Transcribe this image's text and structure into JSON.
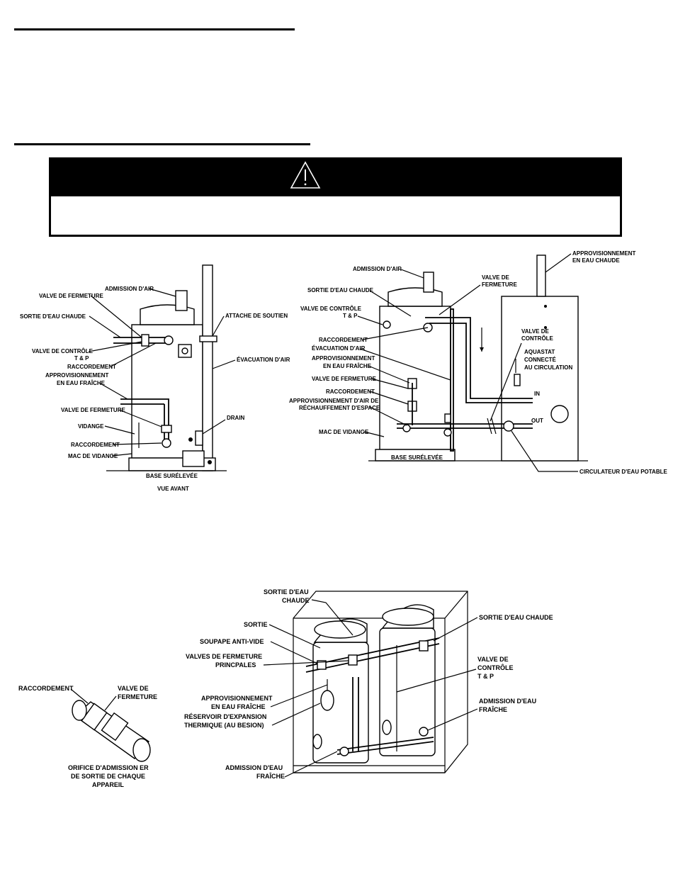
{
  "warning": {
    "icon": "warning-triangle-icon"
  },
  "front_view": {
    "labels": {
      "air_intake": "ADMISSION D'AIR",
      "shutoff_valve": "VALVE DE FERMETURE",
      "hot_water_outlet": "SORTIE D'EAU CHAUDE",
      "support_strap": "ATTACHE DE SOUTIEN",
      "tp_valve_1": "VALVE DE CONTRÔLE",
      "tp_valve_2": "T & P",
      "union": "RACCORDEMENT",
      "air_exhaust": "ÉVACUATION D'AIR",
      "cold_supply_1": "APPROVISIONNEMENT",
      "cold_supply_2": "EN EAU FRAÎCHE",
      "shutoff_valve_2": "VALVE DE FERMETURE",
      "drain_valve": "VIDANGE",
      "drain": "DRAIN",
      "union_2": "RACCORDEMENT",
      "drain_pan": "MAC DE VIDANGE",
      "raised_base": "BASE SURÉLEVÉE",
      "view_title": "VUE AVANT"
    }
  },
  "space_heating_view": {
    "labels": {
      "hot_supply_1": "APPROVISIONNEMENT",
      "hot_supply_2": "EN EAU CHAUDE",
      "air_intake": "ADMISSION D'AIR",
      "shutoff_1": "VALVE DE",
      "shutoff_2": "FERMETURE",
      "hot_outlet": "SORTIE D'EAU CHAUDE",
      "tp_1": "VALVE DE CONTRÔLE",
      "tp_2": "T & P",
      "union": "RACCORDEMENT",
      "air_exhaust": "ÉVACUATION D'AIR",
      "cold_1": "APPROVISIONNEMENT",
      "cold_2": "EN EAU FRAÎCHE",
      "ctrl_valve_1": "VALVE DE",
      "ctrl_valve_2": "CONTRÔLE",
      "aquastat_1": "AQUASTAT",
      "aquastat_2": "CONNECTÉ",
      "aquastat_3": "AU CIRCULATION",
      "shutoff_3": "VALVE DE FERMETURE",
      "union_2": "RACCORDEMENT",
      "space_air_1": "APPROVISIONNEMENT D'AIR DE",
      "space_air_2": "RÉCHAUFFEMENT D'ESPACE",
      "in": "IN",
      "out": "OUT",
      "drain_pan": "MAC DE VIDANGE",
      "raised_base": "BASE SURÉLEVÉE",
      "circulator": "CIRCULATEUR D'EAU POTABLE"
    }
  },
  "multi_view": {
    "labels": {
      "hot_out_1": "SORTIE D'EAU",
      "hot_out_2": "CHAUDE",
      "outlet": "SORTIE",
      "hot_out_right": "SORTIE D'EAU CHAUDE",
      "vacuum": "SOUPAPE ANTI-VIDE",
      "main_valves_1": "VALVES DE FERMETURE",
      "main_valves_2": "PRINCPALES",
      "tp_1": "VALVE DE",
      "tp_2": "CONTRÔLE",
      "tp_3": "T & P",
      "union": "RACCORDEMENT",
      "shutoff_1": "VALVE DE",
      "shutoff_2": "FERMETURE",
      "cold_1": "APPROVISIONNEMENT",
      "cold_2": "EN EAU FRAÎCHE",
      "exp_1": "RÉSERVOIR D'EXPANSION",
      "exp_2": "THERMIQUE (AU BESION)",
      "intake_r1": "ADMISSION D'EAU",
      "intake_r2": "FRAÎCHE",
      "orifice_1": "ORIFICE D'ADMISSION ER",
      "orifice_2": "DE SORTIE DE CHAQUE",
      "orifice_3": "APPAREIL",
      "intake_b1": "ADMISSION D'EAU",
      "intake_b2": "FRAÎCHE"
    }
  }
}
